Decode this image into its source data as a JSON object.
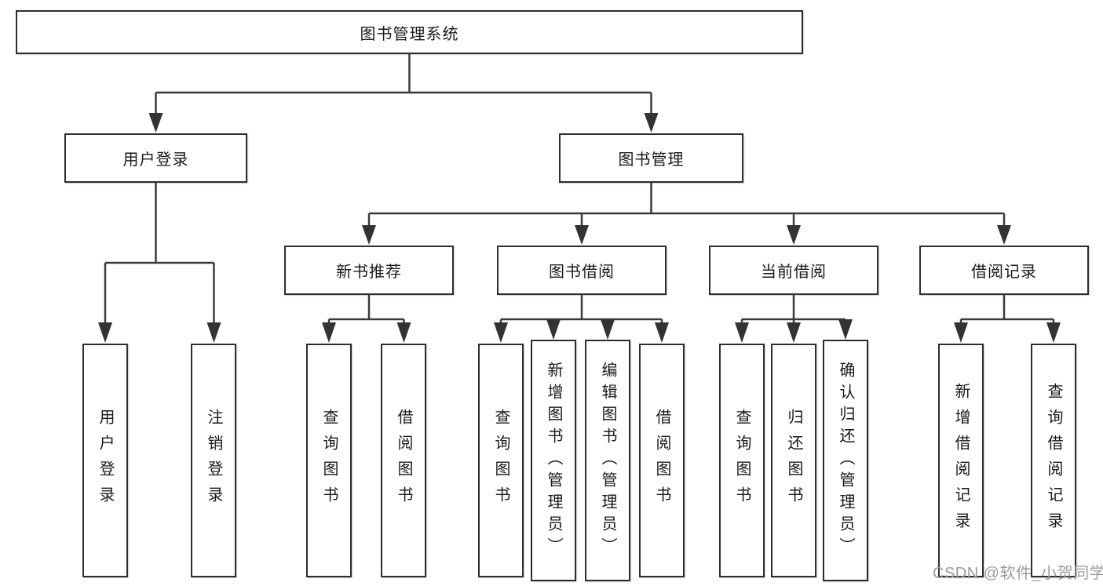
{
  "tree": {
    "root": {
      "label": "图书管理系统"
    },
    "branches": [
      {
        "label": "用户登录",
        "children": [
          {
            "label": "用户登录"
          },
          {
            "label": "注销登录"
          }
        ]
      },
      {
        "label": "图书管理",
        "children": [
          {
            "label": "新书推荐",
            "children": [
              {
                "label": "查询图书"
              },
              {
                "label": "借阅图书"
              }
            ]
          },
          {
            "label": "图书借阅",
            "children": [
              {
                "label": "查询图书"
              },
              {
                "label": "新增图书（管理员）"
              },
              {
                "label": "编辑图书（管理员）"
              },
              {
                "label": "借阅图书"
              }
            ]
          },
          {
            "label": "当前借阅",
            "children": [
              {
                "label": "查询图书"
              },
              {
                "label": "归还图书"
              },
              {
                "label": "确认归还（管理员）"
              }
            ]
          },
          {
            "label": "借阅记录",
            "children": [
              {
                "label": "新增借阅记录"
              },
              {
                "label": "查询借阅记录"
              }
            ]
          }
        ]
      }
    ]
  },
  "watermark": {
    "text": "CSDN @软件_小贺同学"
  },
  "colors": {
    "background": "#ffffff",
    "box_border": "#2d2d2d",
    "connector_line": "#3a3a3a",
    "text": "#1a1a1a",
    "watermark": "#9c9c9c"
  }
}
